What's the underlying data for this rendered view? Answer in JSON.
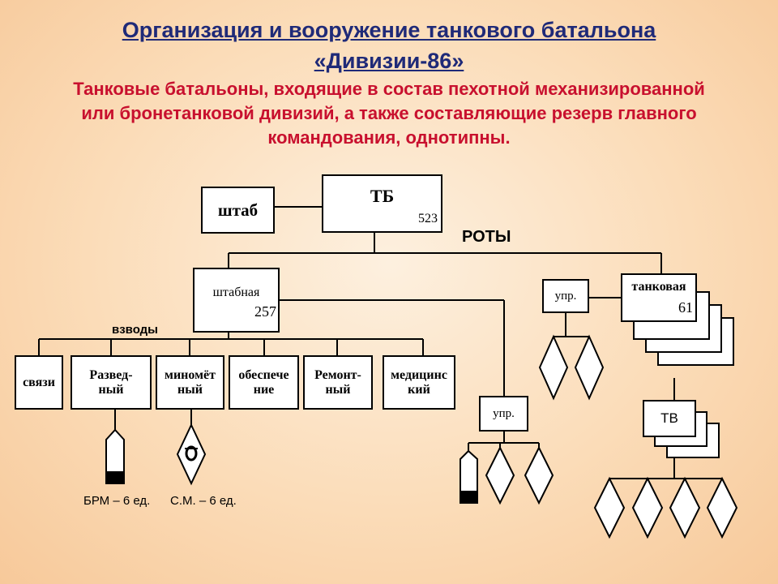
{
  "header": {
    "title_line1": "Организация и вооружение танкового батальона",
    "title_line2": "«Дивизии-86»",
    "subtitle": "Танковые батальоны, входящие в состав пехотной механизированной или бронетанковой дивизий, а также составляющие резерв главного командования, однотипны."
  },
  "nodes": {
    "tb": {
      "label": "ТБ",
      "number": "523"
    },
    "hq": {
      "label": "штаб"
    },
    "roty_label": "РОТЫ",
    "staff_company": {
      "label": "штабная",
      "number": "257"
    },
    "vzvody_label": "взводы",
    "tank_company": {
      "label": "танковая",
      "number": "61"
    },
    "upr1": {
      "label": "упр."
    },
    "upr2": {
      "label": "упр."
    },
    "tv": {
      "label": "ТВ"
    }
  },
  "platoons": [
    {
      "line1": "связи",
      "line2": ""
    },
    {
      "line1": "Развед-",
      "line2": "ный"
    },
    {
      "line1": "миномёт",
      "line2": "ный"
    },
    {
      "line1": "обеспече",
      "line2": "ние"
    },
    {
      "line1": "Ремонт-",
      "line2": "ный"
    },
    {
      "line1": "медицинс",
      "line2": "кий"
    }
  ],
  "legend": {
    "brm": "БРМ – 6 ед.",
    "sm": "С.М. – 6 ед."
  },
  "colors": {
    "title": "#1f2a78",
    "subtitle": "#c8102e",
    "background": "#fbdcb8"
  }
}
